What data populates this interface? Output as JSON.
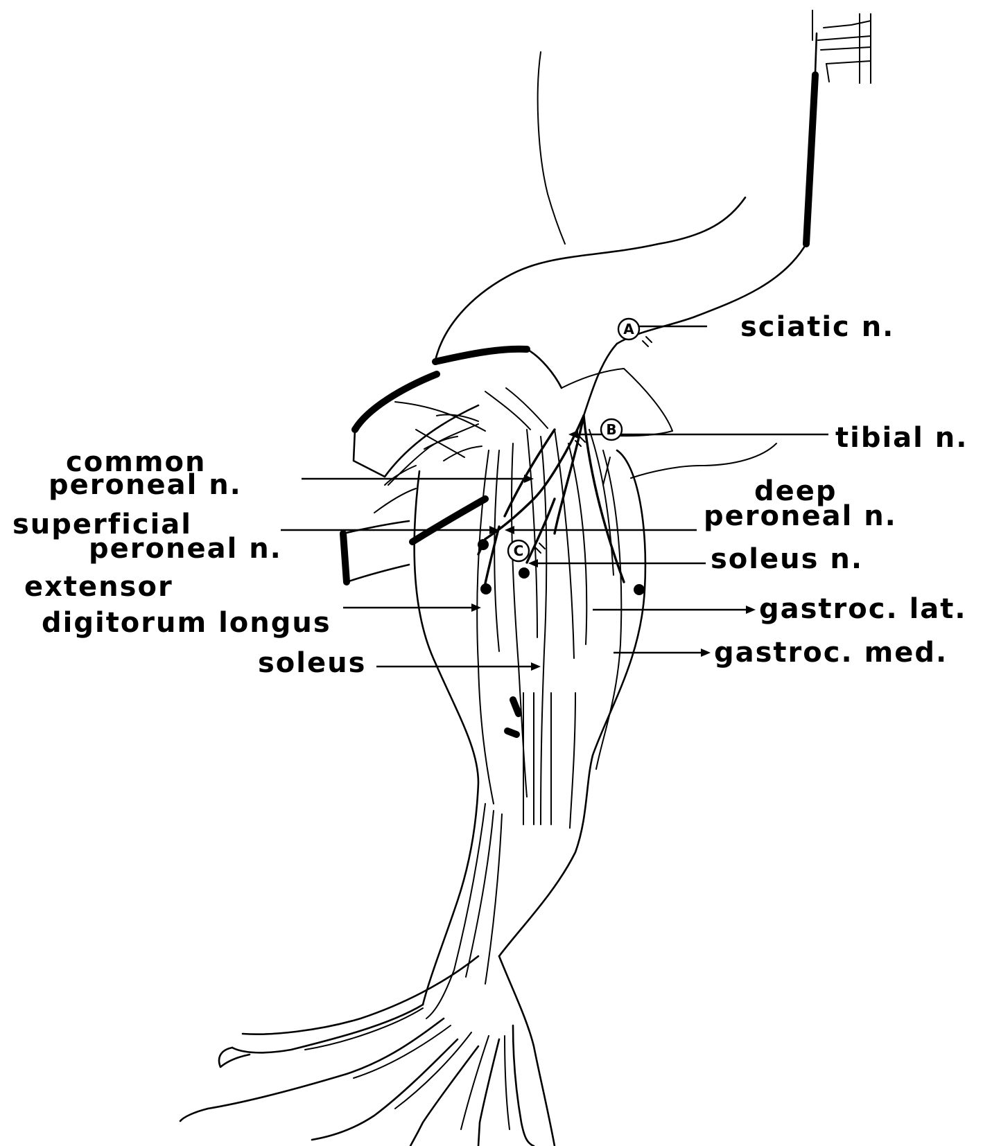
{
  "labels": {
    "sciatic": "sciatic n.",
    "tibial": "tibial n.",
    "common_peroneal_1": "common",
    "common_peroneal_2": "peroneal n.",
    "deep_peroneal_1": "deep",
    "deep_peroneal_2": "peroneal n.",
    "superficial_peroneal_1": "superficial",
    "superficial_peroneal_2": "peroneal n.",
    "soleus_n": "soleus n.",
    "extensor_1": "extensor",
    "extensor_2": "digitorum longus",
    "gastroc_lat": "gastroc. lat.",
    "gastroc_med": "gastroc. med.",
    "soleus": "soleus"
  },
  "markers": {
    "a": "A",
    "b": "B",
    "c": "C"
  }
}
